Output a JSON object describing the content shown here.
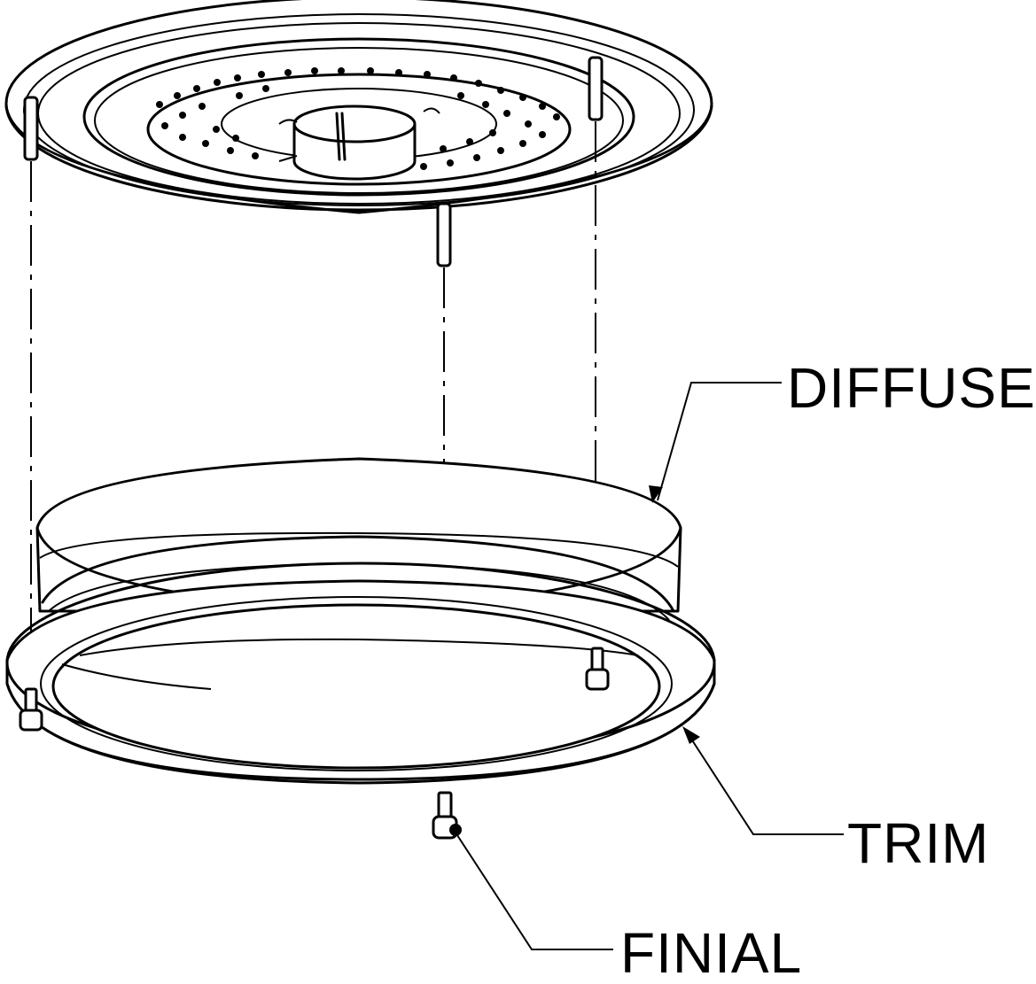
{
  "labels": {
    "diffuser": "DIFFUSER",
    "trim": "TRIM",
    "finial": "FINIAL"
  },
  "colors": {
    "ink": "#000000",
    "background": "#ffffff"
  }
}
